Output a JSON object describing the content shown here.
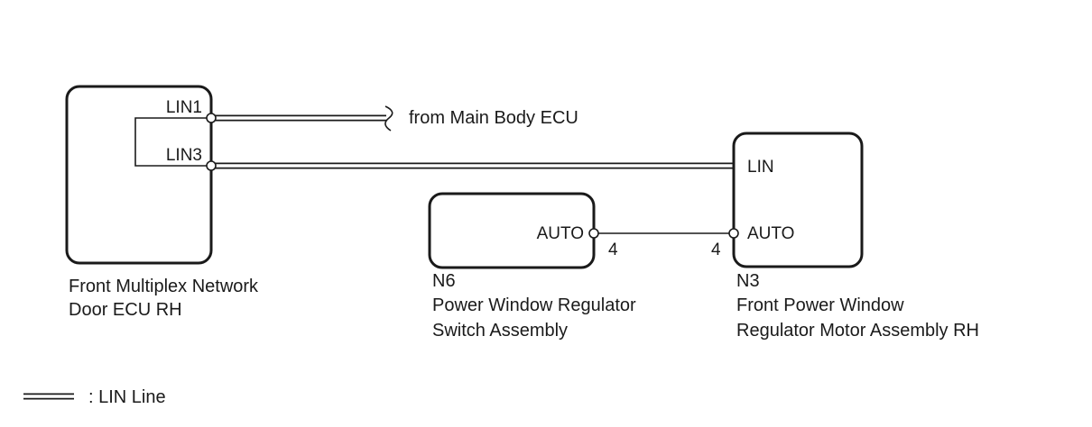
{
  "ecu": {
    "pin_lin1": "LIN1",
    "pin_lin3": "LIN3",
    "caption_line1": "Front Multiplex Network",
    "caption_line2": "Door ECU RH"
  },
  "source_label": "from Main Body ECU",
  "switch": {
    "code": "N6",
    "pin_auto": "AUTO",
    "pin_number": "4",
    "caption_line1": "Power Window Regulator",
    "caption_line2": "Switch Assembly"
  },
  "motor": {
    "code": "N3",
    "pin_lin": "LIN",
    "pin_auto": "AUTO",
    "pin_number": "4",
    "caption_line1": "Front Power Window",
    "caption_line2": "Regulator Motor Assembly RH"
  },
  "legend": {
    "text": ": LIN Line"
  },
  "colors": {
    "line": "#1a1a1a",
    "background": "#ffffff"
  }
}
